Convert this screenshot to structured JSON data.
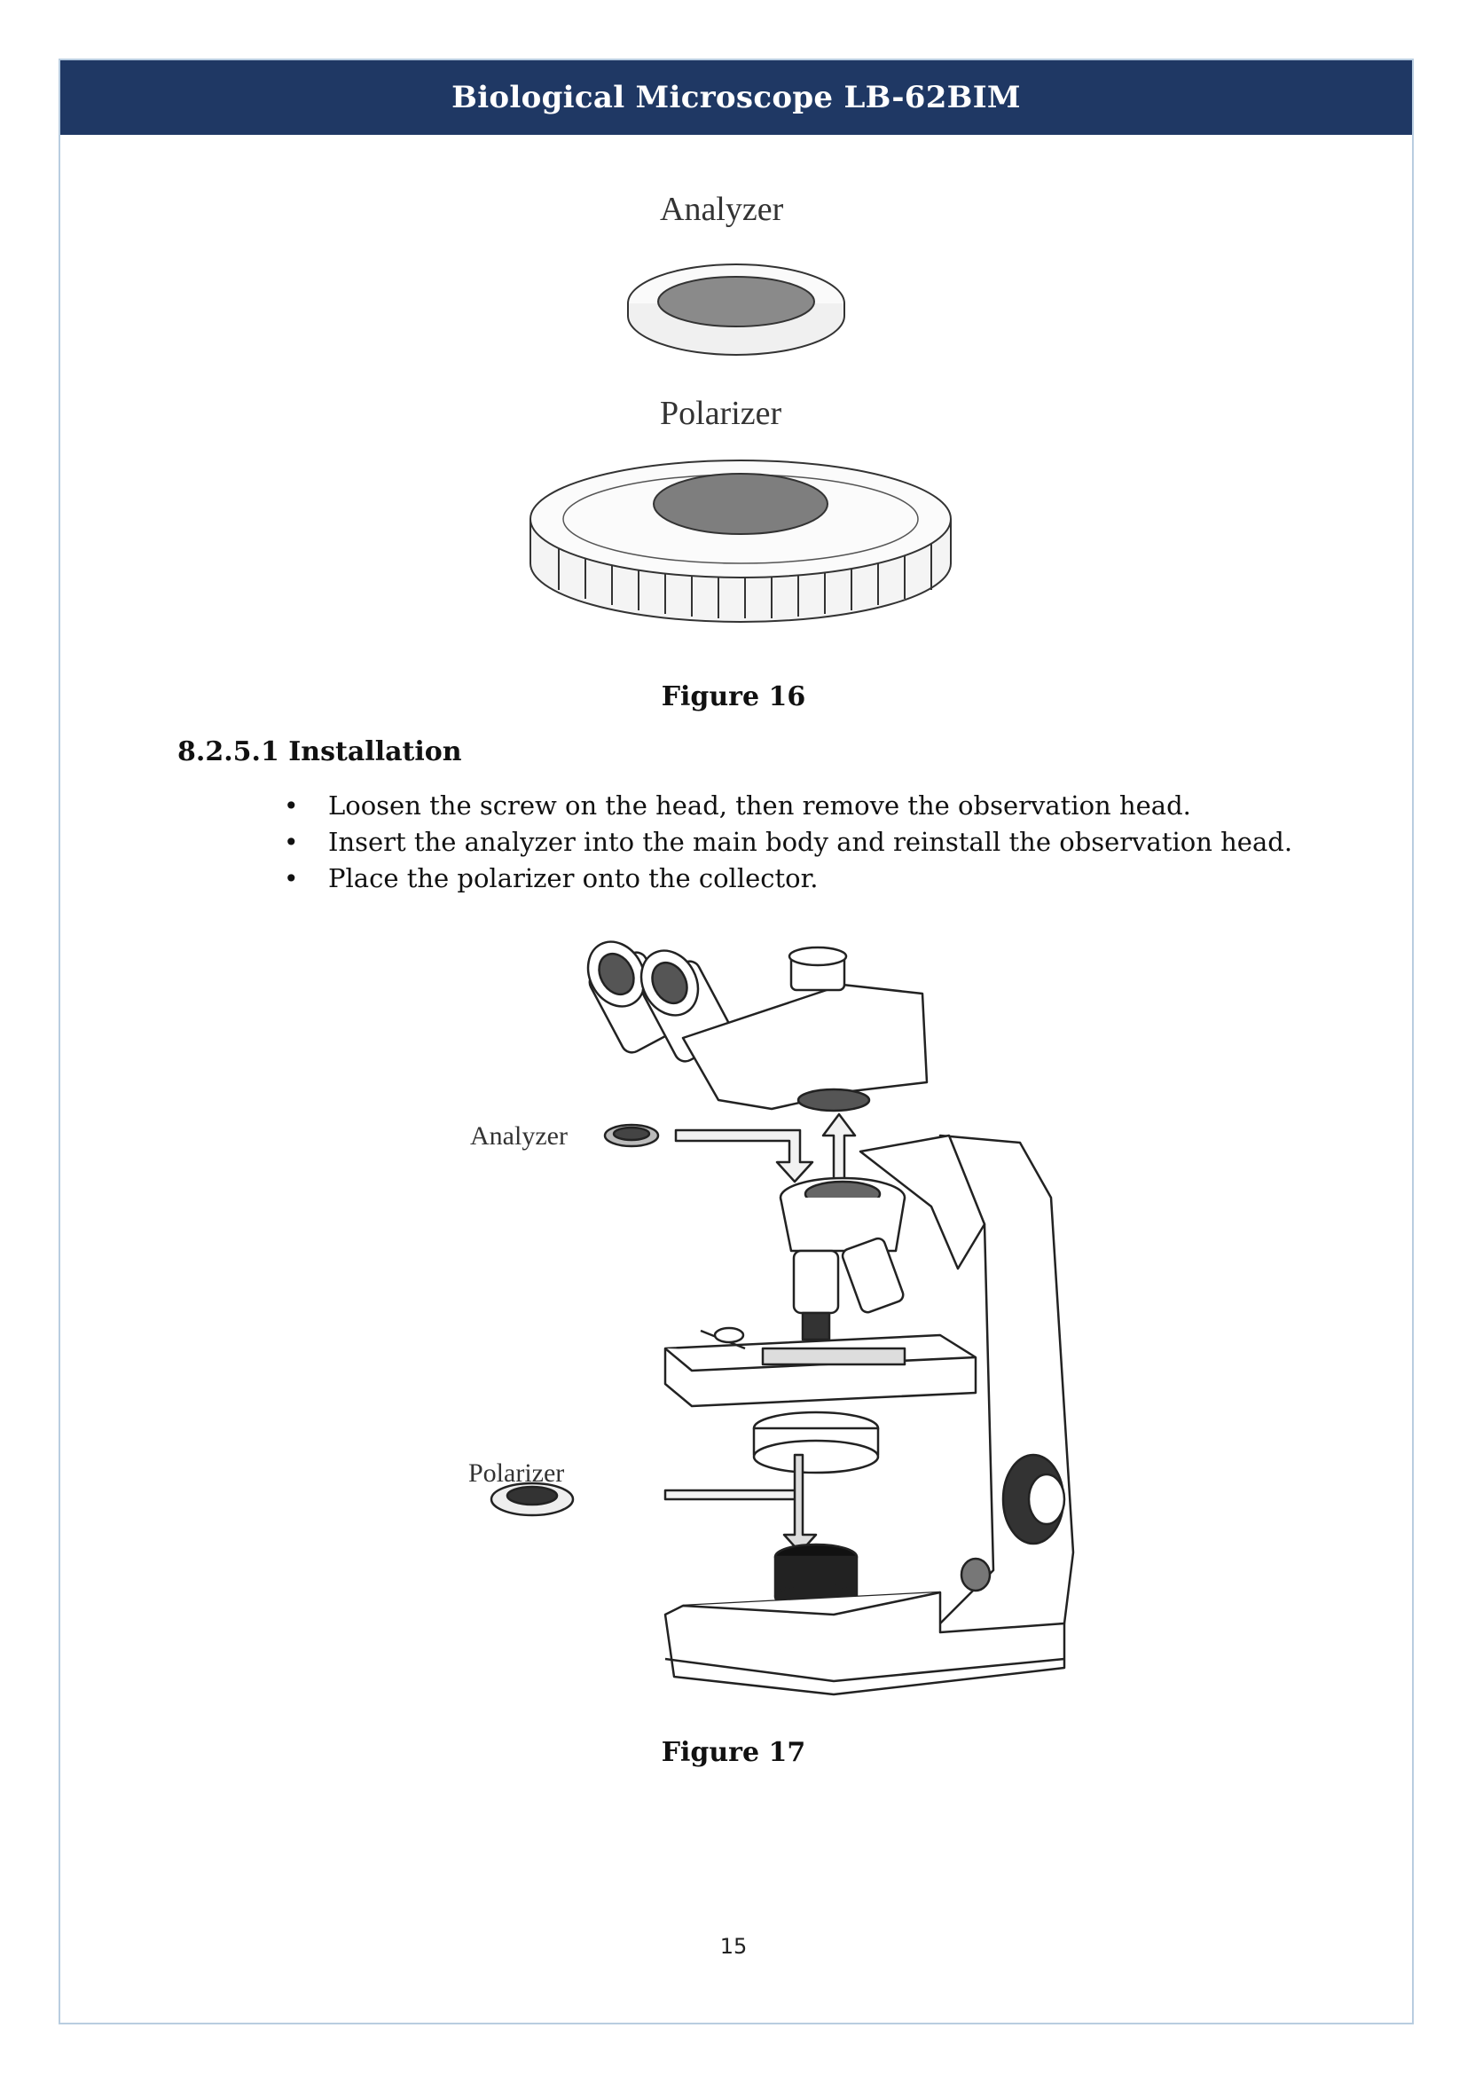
{
  "header": {
    "title": "Biological Microscope LB-62BIM"
  },
  "figure16": {
    "label_analyzer": "Analyzer",
    "label_polarizer": "Polarizer",
    "caption": "Figure 16"
  },
  "section": {
    "heading": "8.2.5.1 Installation",
    "bullets": [
      "Loosen the screw on the head, then remove the observation head.",
      "Insert the analyzer into the main body and reinstall the observation head.",
      "Place the polarizer onto the collector."
    ]
  },
  "figure17": {
    "label_analyzer": "Analyzer",
    "label_polarizer": "Polarizer",
    "caption": "Figure 17"
  },
  "footer": {
    "page_number": "15"
  }
}
